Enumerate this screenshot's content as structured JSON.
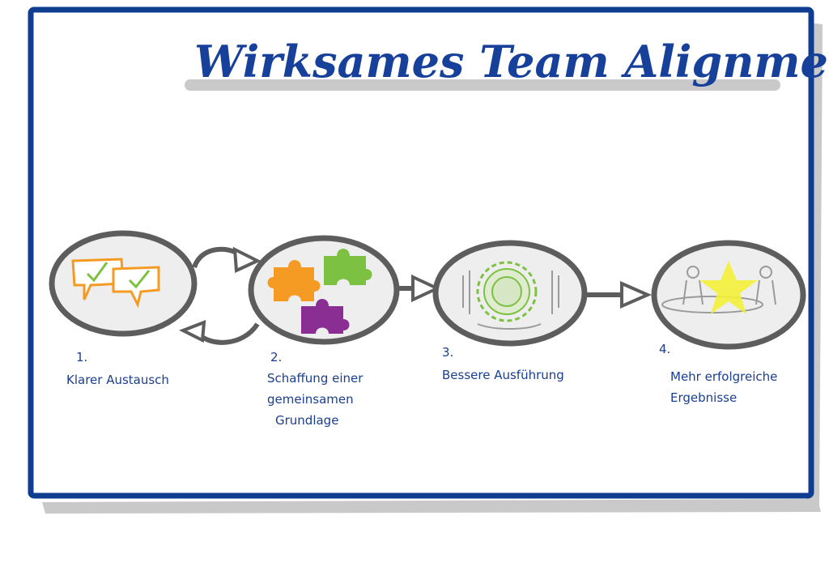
{
  "title": "Wirksames Team Alignment",
  "colors": {
    "frame_blue": "#0f3e91",
    "shadow_grey": "#c9c9c9",
    "ellipse_stroke": "#5d5d5d",
    "ellipse_fill": "#eeeeee",
    "text_blue": "#1a3f8f",
    "orange": "#f59a23",
    "green": "#7dc142",
    "purple": "#8b2e93",
    "yellow": "#f3f03a"
  },
  "steps": [
    {
      "number": "1.",
      "label_lines": [
        "Klarer Austausch"
      ],
      "icon": "speech-bubbles-check-icon"
    },
    {
      "number": "2.",
      "label_lines": [
        "Schaffung einer",
        "gemeinsamen",
        "Grundlage"
      ],
      "icon": "puzzle-pieces-icon"
    },
    {
      "number": "3.",
      "label_lines": [
        "Bessere Ausführung"
      ],
      "icon": "gear-meeting-icon"
    },
    {
      "number": "4.",
      "label_lines": [
        "Mehr erfolgreiche",
        "Ergebnisse"
      ],
      "icon": "star-team-icon"
    }
  ]
}
